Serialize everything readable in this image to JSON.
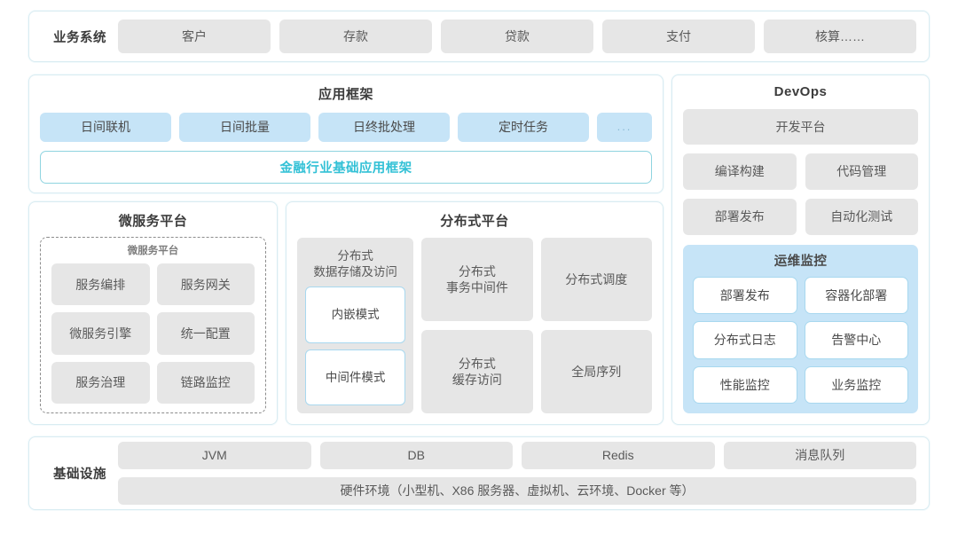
{
  "business_systems": {
    "label": "业务系统",
    "items": [
      "客户",
      "存款",
      "贷款",
      "支付",
      "核算……"
    ]
  },
  "app_framework": {
    "title": "应用框架",
    "items": [
      "日间联机",
      "日间批量",
      "日终批处理",
      "定时任务"
    ],
    "more": "...",
    "foundation": "金融行业基础应用框架",
    "foundation_color": "#33c1d6"
  },
  "microservice_platform": {
    "title": "微服务平台",
    "inner_title": "微服务平台",
    "items": [
      "服务编排",
      "服务网关",
      "微服务引擎",
      "统一配置",
      "服务治理",
      "链路监控"
    ]
  },
  "distributed_platform": {
    "title": "分布式平台",
    "column1": {
      "header": "分布式\n数据存储及访问",
      "header_line1": "分布式",
      "header_line2": "数据存储及访问",
      "modes": [
        "内嵌模式",
        "中间件模式"
      ]
    },
    "column2": [
      {
        "line1": "分布式",
        "line2": "事务中间件"
      },
      {
        "line1": "分布式",
        "line2": "缓存访问"
      }
    ],
    "column3": [
      {
        "line1": "分布式调度",
        "line2": ""
      },
      {
        "line1": "全局序列",
        "line2": ""
      }
    ]
  },
  "devops": {
    "title": "DevOps",
    "dev_platform": "开发平台",
    "items": [
      "编译构建",
      "代码管理",
      "部署发布",
      "自动化测试"
    ],
    "ops_monitoring": {
      "title": "运维监控",
      "items": [
        "部署发布",
        "容器化部署",
        "分布式日志",
        "告警中心",
        "性能监控",
        "业务监控"
      ]
    }
  },
  "infrastructure": {
    "label": "基础设施",
    "items": [
      "JVM",
      "DB",
      "Redis",
      "消息队列"
    ],
    "hardware": "硬件环境（小型机、X86 服务器、虚拟机、云环境、Docker 等）"
  },
  "theme": {
    "card_border": "#d9ecf2",
    "grey_box": "#e6e6e6",
    "blue_box": "#c6e4f7",
    "accent": "#33c1d6"
  }
}
